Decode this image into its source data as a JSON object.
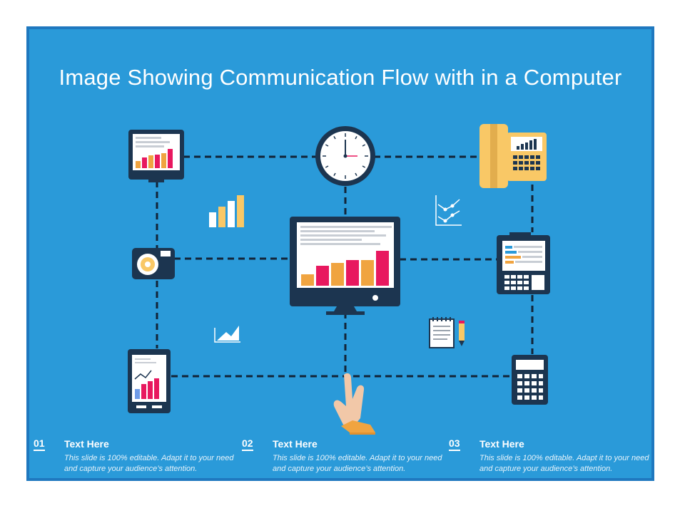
{
  "title": "Image Showing Communication Flow with in a Computer",
  "colors": {
    "background": "#2a9ad9",
    "frame": "#1f78bf",
    "dark": "#1c3550",
    "bar_orange": "#f0a440",
    "bar_pink": "#e8185f",
    "phone_yellow": "#f9c866",
    "connector": "#122438"
  },
  "icons": {
    "center": "desktop-monitor-chart-icon",
    "top_left": "monitor-chart-icon",
    "top_center": "wall-clock-icon",
    "top_right": "desk-phone-icon",
    "mid_left": "camera-icon",
    "mid_right": "fax-machine-icon",
    "bottom_left": "tablet-chart-icon",
    "bottom_center": "pointing-hand-icon",
    "bottom_right": "calculator-icon"
  },
  "items": [
    {
      "number": "01",
      "heading": "Text Here",
      "text": "This slide is 100% editable. Adapt it to your need and capture your audience’s attention."
    },
    {
      "number": "02",
      "heading": "Text Here",
      "text": "This slide is 100% editable. Adapt it to your need and capture your audience’s attention."
    },
    {
      "number": "03",
      "heading": "Text Here",
      "text": "This slide is 100% editable. Adapt it to your need and capture your audience’s attention."
    }
  ]
}
